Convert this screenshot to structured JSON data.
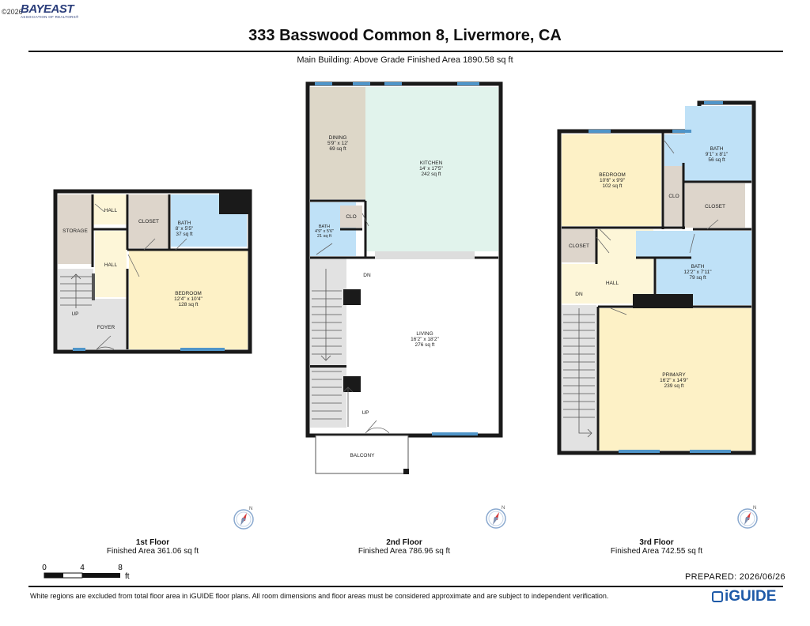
{
  "header": {
    "copyright": "©2026",
    "logo_main": "BAYEAST",
    "logo_sub": "ASSOCIATION OF REALTORS®",
    "title": "333 Basswood Common 8, Livermore, CA",
    "subtitle": "Main Building: Above Grade Finished Area 1890.58 sq ft"
  },
  "floors": [
    {
      "name": "1st Floor",
      "area": "Finished Area 361.06 sq ft",
      "rooms": [
        {
          "id": "storage",
          "name": "STORAGE"
        },
        {
          "id": "hall-a",
          "name": "HALL"
        },
        {
          "id": "closet",
          "name": "CLOSET"
        },
        {
          "id": "bath",
          "name": "BATH",
          "dims": "8' x 5'5\"",
          "area": "37 sq ft"
        },
        {
          "id": "hall-b",
          "name": "HALL"
        },
        {
          "id": "up",
          "name": "UP"
        },
        {
          "id": "bedroom",
          "name": "BEDROOM",
          "dims": "12'4\" x 10'4\"",
          "area": "128 sq ft"
        },
        {
          "id": "foyer",
          "name": "FOYER"
        }
      ]
    },
    {
      "name": "2nd Floor",
      "area": "Finished Area 786.96 sq ft",
      "rooms": [
        {
          "id": "dining",
          "name": "DINING",
          "dims": "5'9\" x 12'",
          "area": "69 sq ft"
        },
        {
          "id": "kitchen",
          "name": "KITCHEN",
          "dims": "14' x 17'5\"",
          "area": "242 sq ft"
        },
        {
          "id": "bath",
          "name": "BATH",
          "dims": "4'9\" x 5'6\"",
          "area": "21 sq ft"
        },
        {
          "id": "clo",
          "name": "CLO"
        },
        {
          "id": "dn",
          "name": "DN"
        },
        {
          "id": "living",
          "name": "LIVING",
          "dims": "16'2\" x 18'2\"",
          "area": "276 sq ft"
        },
        {
          "id": "up",
          "name": "UP"
        },
        {
          "id": "balcony",
          "name": "BALCONY"
        }
      ]
    },
    {
      "name": "3rd Floor",
      "area": "Finished Area 742.55 sq ft",
      "rooms": [
        {
          "id": "bedroom",
          "name": "BEDROOM",
          "dims": "10'6\" x 9'9\"",
          "area": "102 sq ft"
        },
        {
          "id": "bath-a",
          "name": "BATH",
          "dims": "9'1\" x 8'1\"",
          "area": "56 sq ft"
        },
        {
          "id": "clo",
          "name": "CLO"
        },
        {
          "id": "closet-a",
          "name": "CLOSET"
        },
        {
          "id": "closet-b",
          "name": "CLOSET"
        },
        {
          "id": "hall",
          "name": "HALL"
        },
        {
          "id": "bath-b",
          "name": "BATH",
          "dims": "12'2\" x 7'11\"",
          "area": "79 sq ft"
        },
        {
          "id": "dn",
          "name": "DN"
        },
        {
          "id": "primary",
          "name": "PRIMARY",
          "dims": "16'2\" x 14'9\"",
          "area": "239 sq ft"
        }
      ]
    }
  ],
  "compass_label": "N",
  "scale": {
    "ticks": [
      "0",
      "4",
      "8"
    ],
    "unit": "ft"
  },
  "footer": {
    "prepared": "PREPARED: 2026/06/26",
    "disclaimer": "White regions are excluded from total floor area in iGUIDE floor plans. All room dimensions and floor areas must be considered approximate and are subject to independent verification.",
    "brand": "iGUIDE"
  },
  "colors": {
    "storage": "#ddd5cb",
    "bath": "#bfe1f7",
    "bedroom": "#fdf1c6",
    "stair": "#e2e2e2",
    "kitchen": "#e1f3ec",
    "dining": "#ddd7c8",
    "window": "#4f95c9",
    "wall": "#1a1a1a"
  }
}
